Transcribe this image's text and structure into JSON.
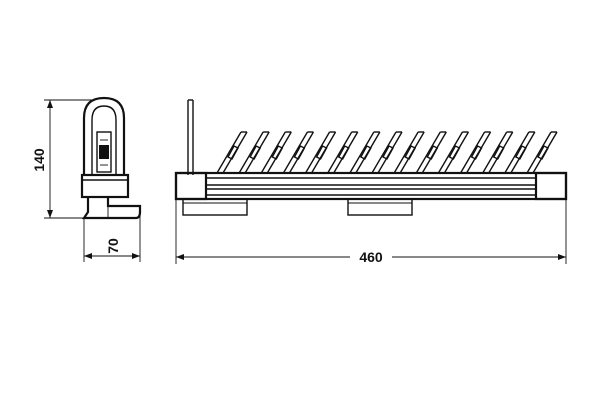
{
  "dimensions": {
    "height": "140",
    "depth": "70",
    "width": "460"
  },
  "colors": {
    "line": "#111111",
    "background": "#ffffff"
  },
  "rack": {
    "prong_count": 15
  }
}
